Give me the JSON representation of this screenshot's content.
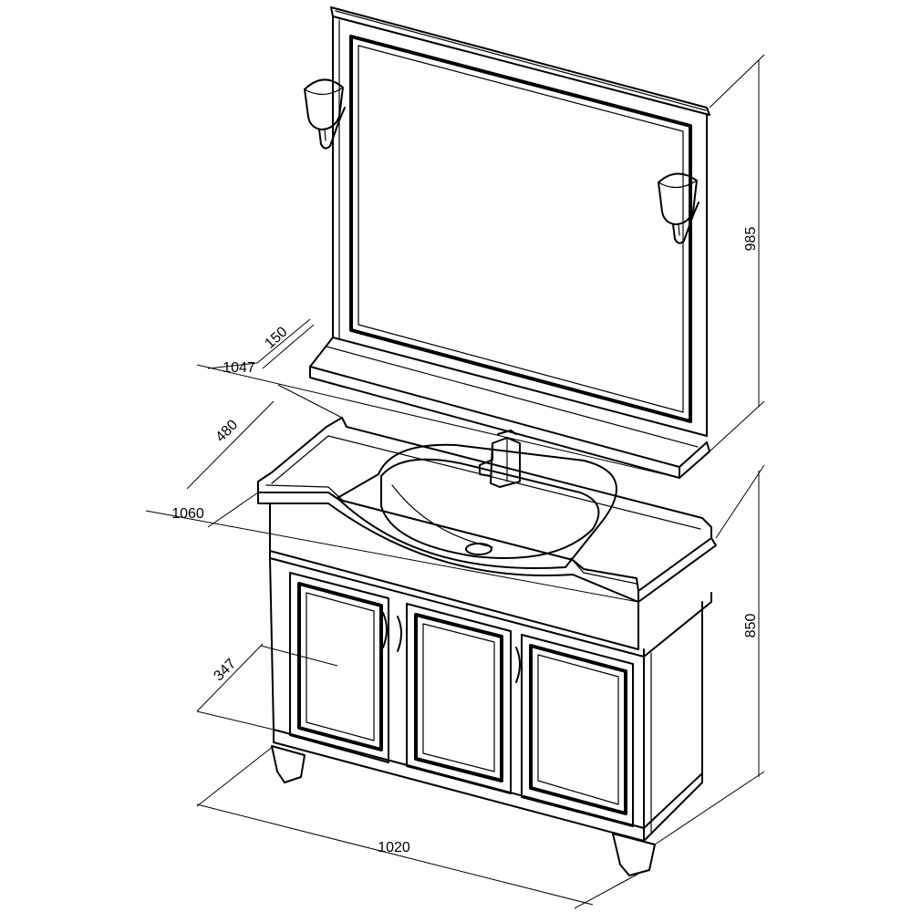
{
  "dimensions": {
    "mirror_height": "985",
    "shelf_depth": "150",
    "mirror_width": "1047",
    "countertop_depth": "480",
    "countertop_width": "1060",
    "cabinet_height": "850",
    "cabinet_depth": "347",
    "cabinet_width": "1020"
  },
  "colors": {
    "line": "#000000",
    "background": "#ffffff"
  }
}
